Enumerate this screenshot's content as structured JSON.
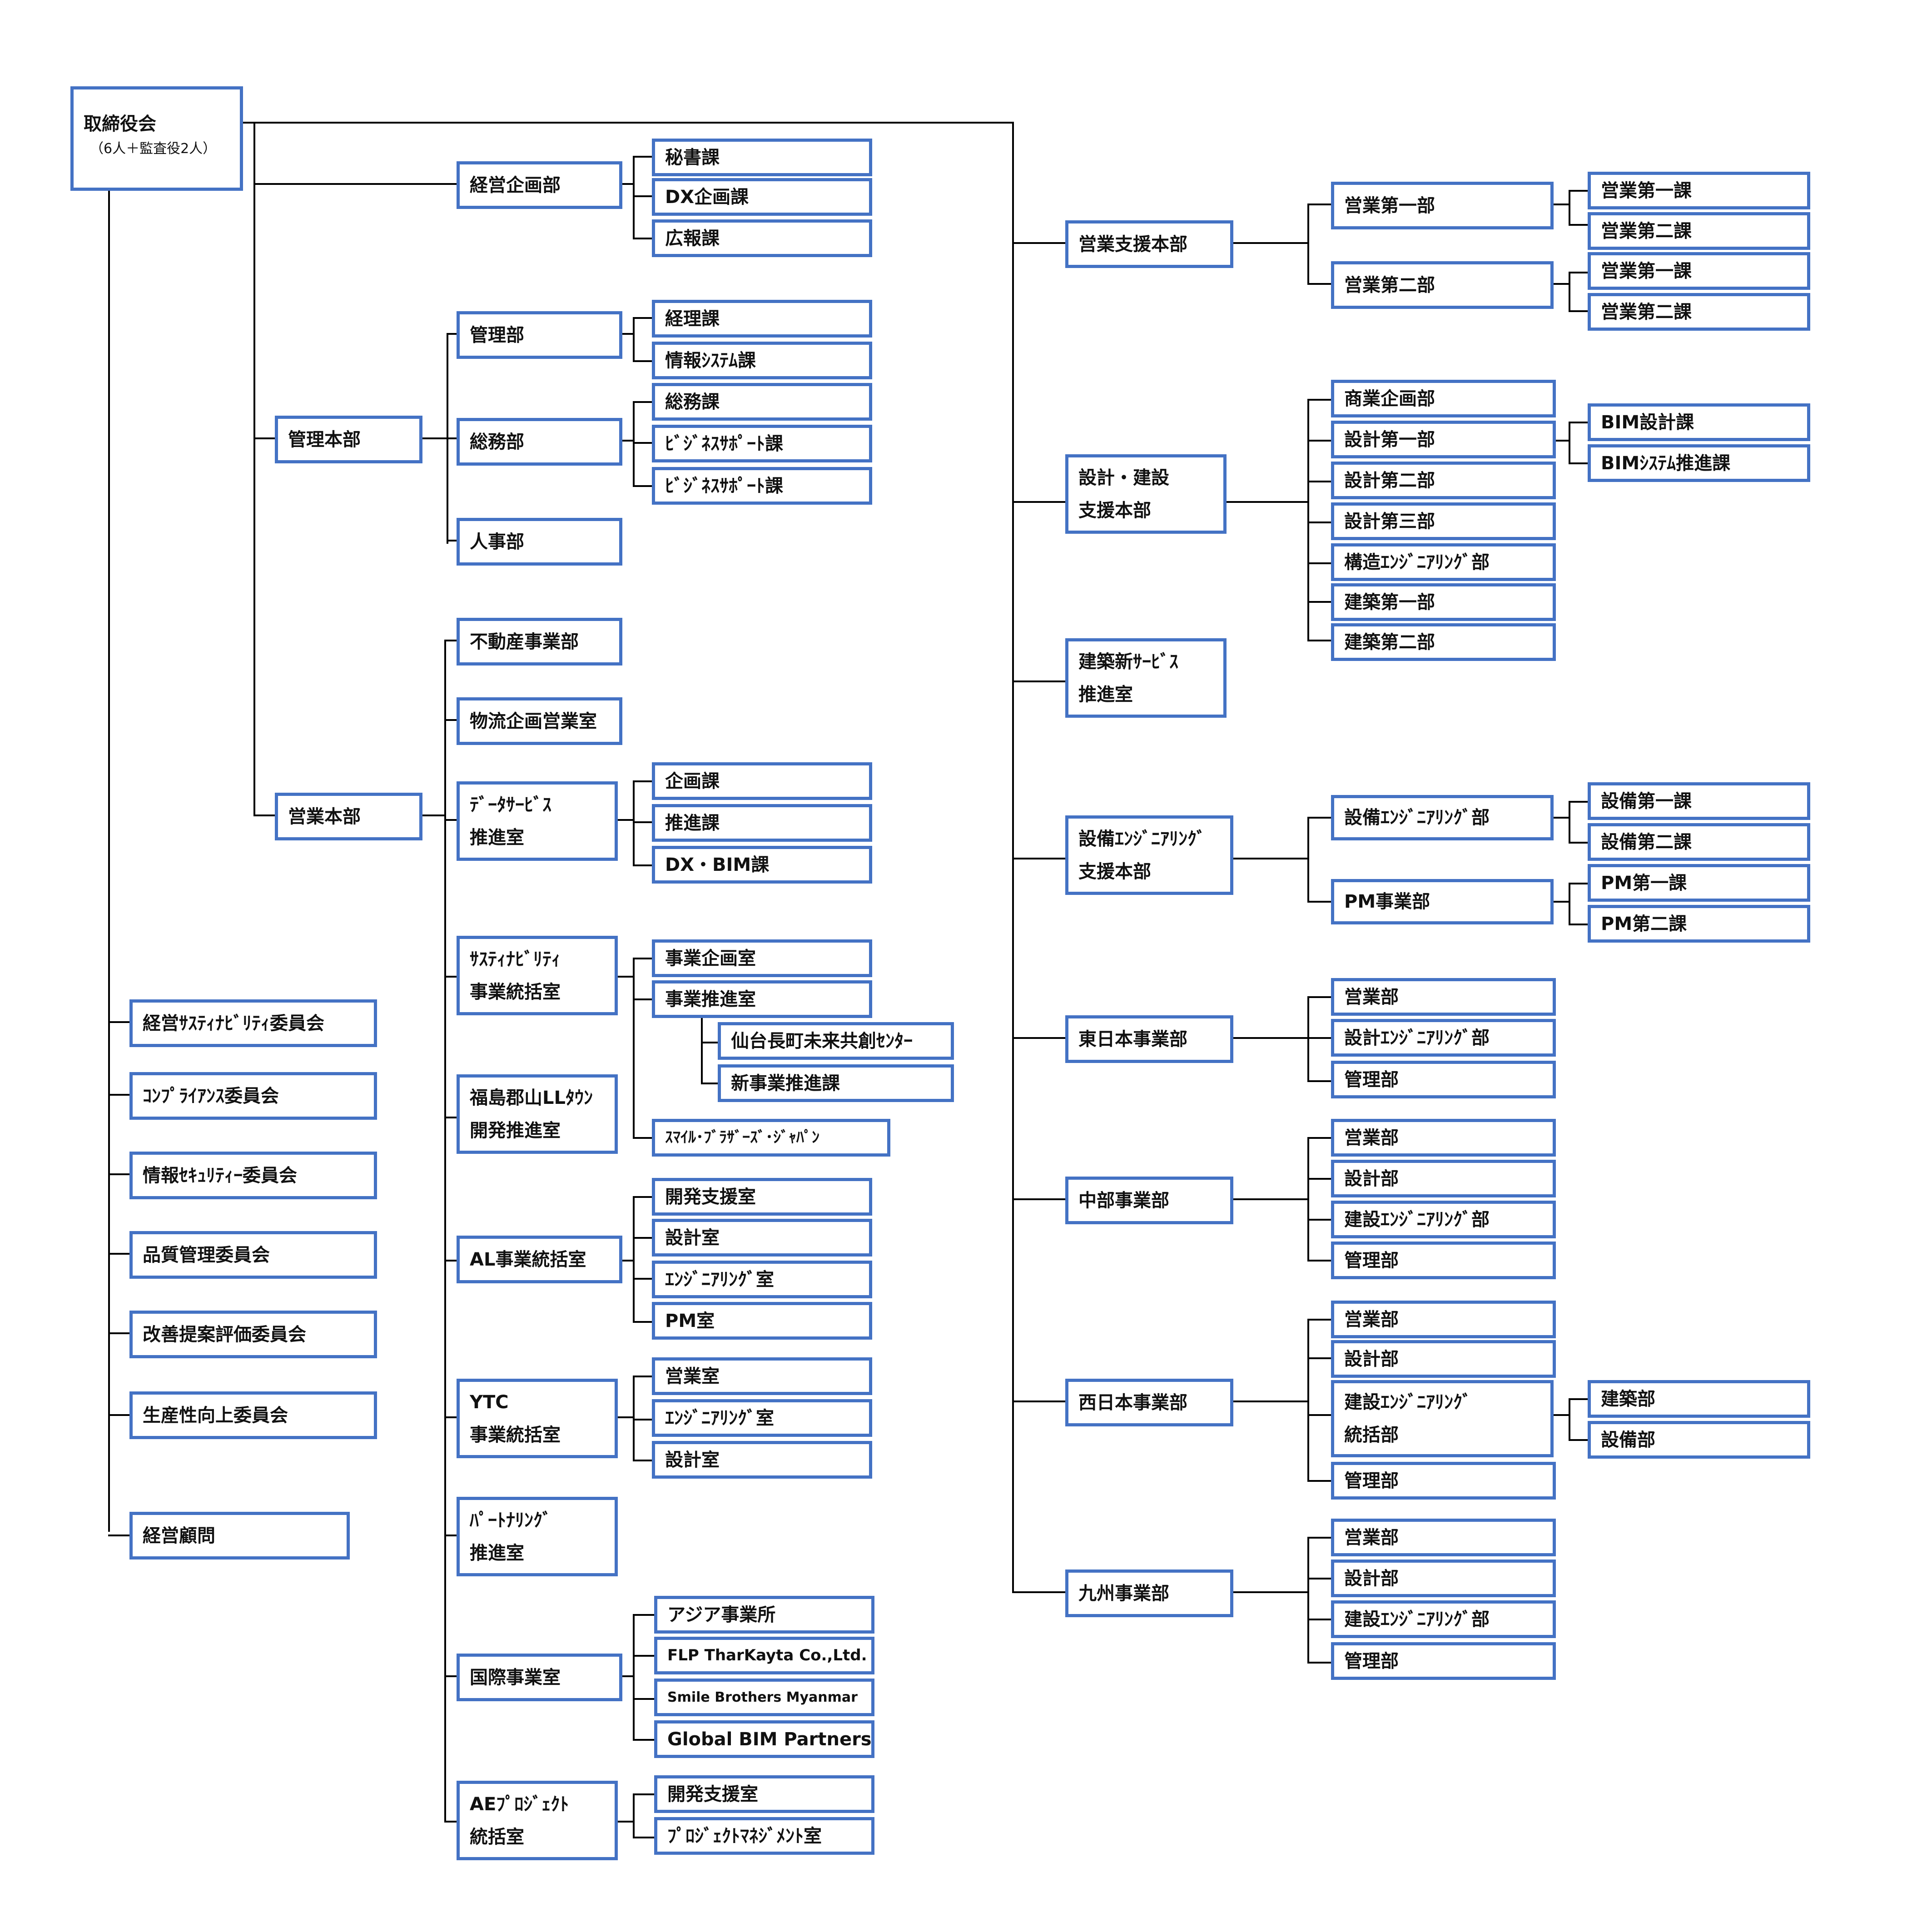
{
  "colors": {
    "border": "#4472c4",
    "line": "#000000"
  },
  "board": {
    "title": "取締役会",
    "sub": "（6人＋監査役2人）"
  },
  "left": {
    "keiei_kikaku": {
      "label": "経営企画部",
      "children": [
        "秘書課",
        "DX企画課",
        "広報課"
      ]
    },
    "kanri_honbu": {
      "label": "管理本部"
    },
    "kanri_bu": {
      "label": "管理部",
      "children": [
        "経理課",
        "情報ｼｽﾃﾑ課"
      ]
    },
    "somu_bu": {
      "label": "総務部",
      "children": [
        "総務課",
        "ﾋﾞｼﾞﾈｽｻﾎﾟｰﾄ課",
        "ﾋﾞｼﾞﾈｽｻﾎﾟｰﾄ課"
      ]
    },
    "jinji_bu": {
      "label": "人事部"
    },
    "eigyo_honbu": {
      "label": "営業本部"
    },
    "fudosan": {
      "label": "不動産事業部"
    },
    "butsuryu": {
      "label": "物流企画営業室"
    },
    "data_service": {
      "line1": "ﾃﾞｰﾀｻｰﾋﾞｽ",
      "line2": "推進室",
      "children": [
        "企画課",
        "推進課",
        "DX・BIM課"
      ]
    },
    "sustain": {
      "line1": "ｻｽﾃｨﾅﾋﾞﾘﾃｨ",
      "line2": "事業統括室",
      "children": [
        "事業企画室",
        "事業推進室",
        "ｽﾏｲﾙ･ﾌﾞﾗｻﾞｰｽﾞ･ｼﾞｬﾊﾟﾝ"
      ],
      "grandchildren": [
        "仙台長町未来共創ｾﾝﾀｰ",
        "新事業推進課"
      ]
    },
    "fukushima": {
      "line1": "福島郡山LLﾀｳﾝ",
      "line2": "開発推進室"
    },
    "al": {
      "label": "AL事業統括室",
      "children": [
        "開発支援室",
        "設計室",
        "ｴﾝｼﾞﾆｱﾘﾝｸﾞ室",
        "PM室"
      ]
    },
    "ytc": {
      "line1": "YTC",
      "line2": "事業統括室",
      "children": [
        "営業室",
        "ｴﾝｼﾞﾆｱﾘﾝｸﾞ室",
        "設計室"
      ]
    },
    "partnering": {
      "line1": "ﾊﾟｰﾄﾅﾘﾝｸﾞ",
      "line2": "推進室"
    },
    "kokusai": {
      "label": "国際事業室",
      "children": [
        "アジア事業所",
        "FLP TharKayta Co.,Ltd.",
        "Smile Brothers Myanmar",
        "Global BIM Partners"
      ]
    },
    "ae_project": {
      "line1": "AEﾌﾟﾛｼﾞｪｸﾄ",
      "line2": "統括室",
      "children": [
        "開発支援室",
        "ﾌﾟﾛｼﾞｪｸﾄﾏﾈｼﾞﾒﾝﾄ室"
      ]
    }
  },
  "committees": [
    "経営ｻｽﾃｨﾅﾋﾞﾘﾃｨ委員会",
    "ｺﾝﾌﾟﾗｲｱﾝｽ委員会",
    "情報ｾｷｭﾘﾃｨｰ委員会",
    "品質管理委員会",
    "改善提案評価委員会",
    "生産性向上委員会"
  ],
  "advisor": "経営顧問",
  "right": {
    "eigyo_shien": {
      "label": "営業支援本部",
      "depts": [
        "営業第一部",
        "営業第二部"
      ],
      "sections1": [
        "営業第一課",
        "営業第二課"
      ],
      "sections2": [
        "営業第一課",
        "営業第二課"
      ]
    },
    "sekkei_kensetsu": {
      "line1": "設計・建設",
      "line2": "支援本部",
      "depts": [
        "商業企画部",
        "設計第一部",
        "設計第二部",
        "設計第三部",
        "構造ｴﾝｼﾞﾆｱﾘﾝｸﾞ部",
        "建築第一部",
        "建築第二部"
      ],
      "sections": [
        "BIM設計課",
        "BIMｼｽﾃﾑ推進課"
      ]
    },
    "kenchiku_shin": {
      "line1": "建築新ｻｰﾋﾞｽ",
      "line2": "推進室"
    },
    "setsubi_eng": {
      "line1": "設備ｴﾝｼﾞﾆｱﾘﾝｸﾞ",
      "line2": "支援本部",
      "depts": [
        "設備ｴﾝｼﾞﾆｱﾘﾝｸﾞ部",
        "PM事業部"
      ],
      "sections1": [
        "設備第一課",
        "設備第二課"
      ],
      "sections2": [
        "PM第一課",
        "PM第二課"
      ]
    },
    "higashi": {
      "label": "東日本事業部",
      "depts": [
        "営業部",
        "設計ｴﾝｼﾞﾆｱﾘﾝｸﾞ部",
        "管理部"
      ]
    },
    "chubu": {
      "label": "中部事業部",
      "depts": [
        "営業部",
        "設計部",
        "建設ｴﾝｼﾞﾆｱﾘﾝｸﾞ部",
        "管理部"
      ]
    },
    "nishi": {
      "label": "西日本事業部",
      "depts": [
        "営業部",
        "設計部",
        "管理部"
      ],
      "kensetsu_line1": "建設ｴﾝｼﾞﾆｱﾘﾝｸﾞ",
      "kensetsu_line2": "統括部",
      "kensetsu_children": [
        "建築部",
        "設備部"
      ]
    },
    "kyushu": {
      "label": "九州事業部",
      "depts": [
        "営業部",
        "設計部",
        "建設ｴﾝｼﾞﾆｱﾘﾝｸﾞ部",
        "管理部"
      ]
    }
  }
}
